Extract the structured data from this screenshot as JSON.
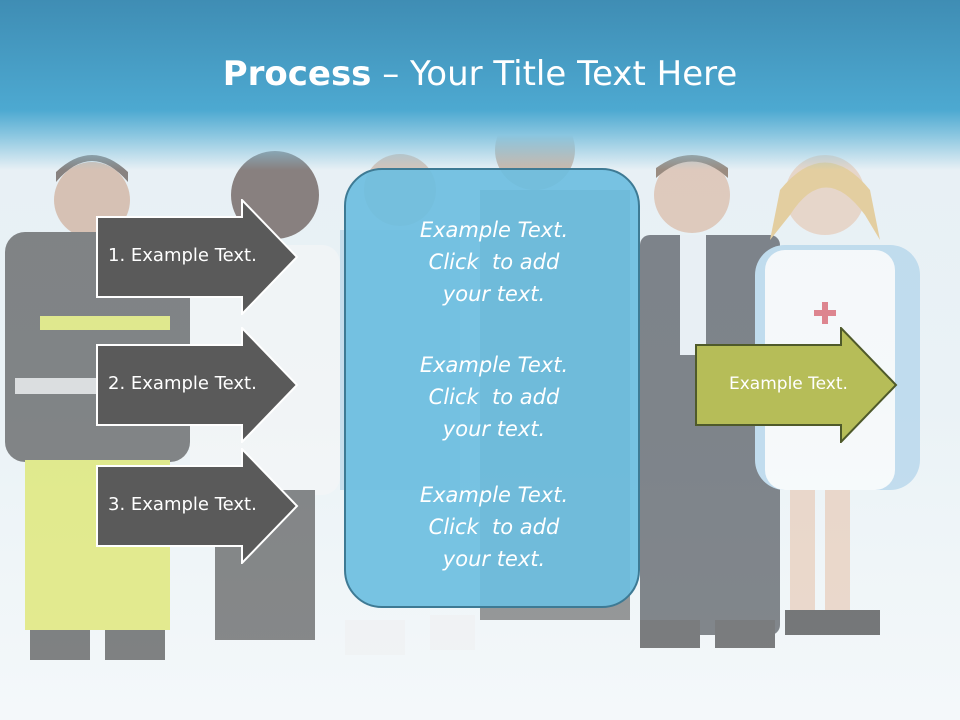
{
  "title": {
    "bold": "Process",
    "rest": " – Your Title Text Here"
  },
  "left_arrows": [
    {
      "label": "1. Example Text."
    },
    {
      "label": "2. Example Text."
    },
    {
      "label": "3. Example Text."
    }
  ],
  "center_box": {
    "paragraphs": [
      {
        "lines": [
          "Example Text.",
          "Click  to add",
          "your text."
        ]
      },
      {
        "lines": [
          "Example Text.",
          "Click  to add",
          "your text."
        ]
      },
      {
        "lines": [
          "Example Text.",
          "Click  to add",
          "your text."
        ]
      }
    ]
  },
  "right_arrow": {
    "label": "Example Text."
  },
  "colors": {
    "header": "#4da9d1",
    "dark_arrow": "#5a5a5a",
    "green_arrow": "#b6bd58",
    "center_box": "#6cbee0"
  }
}
